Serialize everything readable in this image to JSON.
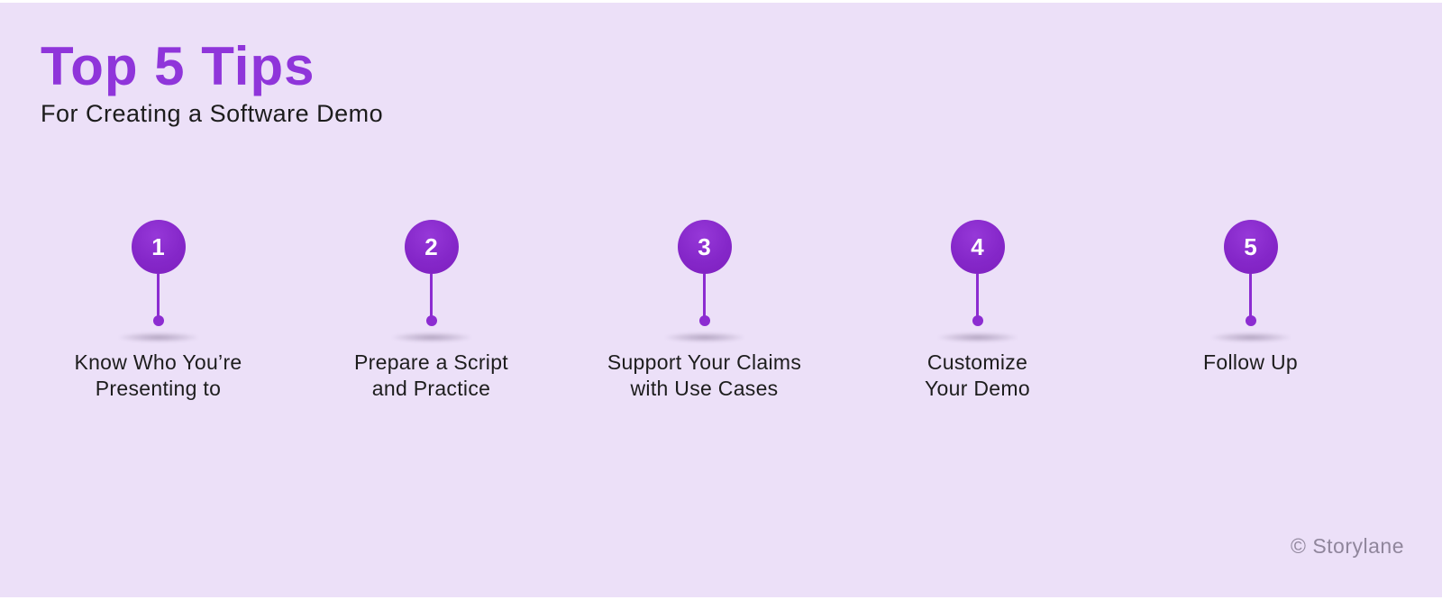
{
  "header": {
    "title": "Top 5 Tips",
    "subtitle": "For Creating a Software Demo"
  },
  "steps": [
    {
      "number": "1",
      "label": "Know Who You’re Presenting to",
      "lines": [
        "Know Who You’re",
        "Presenting to"
      ]
    },
    {
      "number": "2",
      "label": "Prepare a Script and Practice",
      "lines": [
        "Prepare a Script",
        "and Practice"
      ]
    },
    {
      "number": "3",
      "label": "Support Your Claims with Use Cases",
      "lines": [
        "Support Your Claims",
        "with Use Cases"
      ]
    },
    {
      "number": "4",
      "label": "Customize Your Demo",
      "lines": [
        "Customize",
        "Your Demo"
      ]
    },
    {
      "number": "5",
      "label": "Follow Up",
      "lines": [
        "Follow Up"
      ]
    }
  ],
  "footer": {
    "credit": "© Storylane"
  },
  "colors": {
    "background": "#ECE0F8",
    "accent_purple": "#8527C9",
    "title_purple": "#8F35DA",
    "text_dark": "#1D1D1D",
    "credit_gray": "#90869C"
  }
}
